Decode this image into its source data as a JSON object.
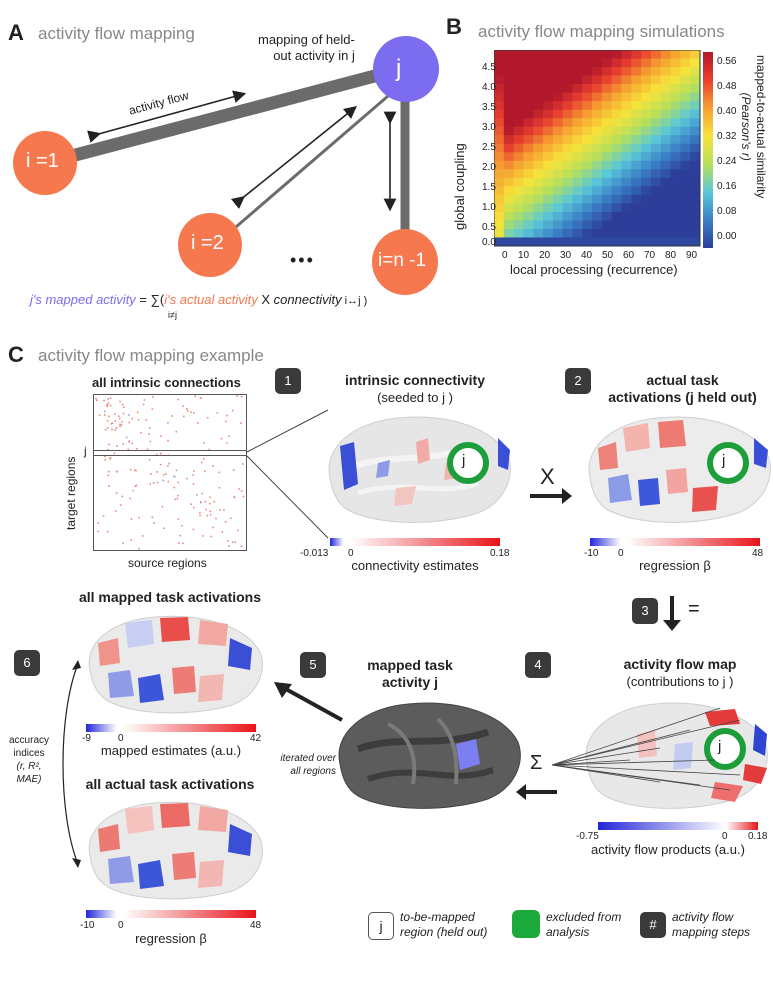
{
  "panelA": {
    "letter": "A",
    "title": "activity flow mapping",
    "node_j": "j",
    "j_caption_1": "mapping of held-",
    "j_caption_2": "out activity in j",
    "node_i1": "i =1",
    "node_i2": "i =2",
    "node_in": "i=n -1",
    "ellipsis": "•••",
    "arrow_label": "activity flow",
    "formula": {
      "mapped": "j's mapped activity",
      "eq": " = ∑(",
      "actual": "i's actual activity",
      "times": " X ",
      "conn": "connectivity",
      "conn_sub": " i↔j )",
      "sum_sub": "i≠j"
    },
    "colors": {
      "orange": "#f5784f",
      "purple": "#7b6cf0",
      "gray": "#666666"
    }
  },
  "panelB": {
    "letter": "B",
    "title": "activity flow mapping simulations",
    "xlabel": "local processing (recurrence)",
    "ylabel": "global coupling",
    "cbar_label_1": "mapped-to-actual similarity",
    "cbar_label_2": "(Pearson's r)",
    "xticks": [
      "0",
      "10",
      "20",
      "30",
      "40",
      "50",
      "60",
      "70",
      "80",
      "90"
    ],
    "yticks": [
      "0.0",
      "0.5",
      "1.0",
      "1.5",
      "2.0",
      "2.5",
      "3.0",
      "3.5",
      "4.0",
      "4.5"
    ],
    "cbar_ticks": [
      "0.56",
      "0.48",
      "0.40",
      "0.32",
      "0.24",
      "0.16",
      "0.08",
      "0.00"
    ]
  },
  "panelC": {
    "letter": "C",
    "title": "activity flow mapping example",
    "matrix_title": "all intrinsic connections",
    "matrix_ylabel": "target regions",
    "matrix_xlabel": "source regions",
    "matrix_j": "j",
    "step1": {
      "num": "1",
      "title": "intrinsic connectivity",
      "sub": "(seeded to j )",
      "cmin": "-0.013",
      "cmid": "0",
      "cmax": "0.18",
      "clabel": "connectivity estimates"
    },
    "step2": {
      "num": "2",
      "title": "actual task",
      "title2": "activations (j held out)",
      "cmin": "-10",
      "cmid": "0",
      "cmax": "48",
      "clabel": "regression β"
    },
    "times_sym": "X",
    "step3": {
      "num": "3",
      "sym": "="
    },
    "step4": {
      "num": "4",
      "title": "activity flow map",
      "sub": "(contributions to j )",
      "cmin": "-0.75",
      "cmid": "0",
      "cmax": "0.18",
      "clabel": "activity flow products (a.u.)"
    },
    "sigma": "Σ",
    "step5": {
      "num": "5",
      "title": "mapped task",
      "title2": "activity j",
      "iter1": "iterated over",
      "iter2": "all regions"
    },
    "step6": {
      "num": "6"
    },
    "mapped_title": "all mapped task activations",
    "mapped_cb": {
      "cmin": "-9",
      "cmid": "0",
      "cmax": "42",
      "clabel": "mapped estimates (a.u.)"
    },
    "actual_title": "all actual task activations",
    "actual_cb": {
      "cmin": "-10",
      "cmid": "0",
      "cmax": "48",
      "clabel": "regression β"
    },
    "accuracy_1": "accuracy",
    "accuracy_2": "indices",
    "accuracy_3": "(r, R², MAE)",
    "brain_j": "j"
  },
  "legend": {
    "j_box": "j",
    "j_text_1": "to-be-mapped",
    "j_text_2": "region (held out)",
    "green_text_1": "excluded from",
    "green_text_2": "analysis",
    "hash": "#",
    "hash_text_1": "activity flow",
    "hash_text_2": "mapping steps"
  }
}
